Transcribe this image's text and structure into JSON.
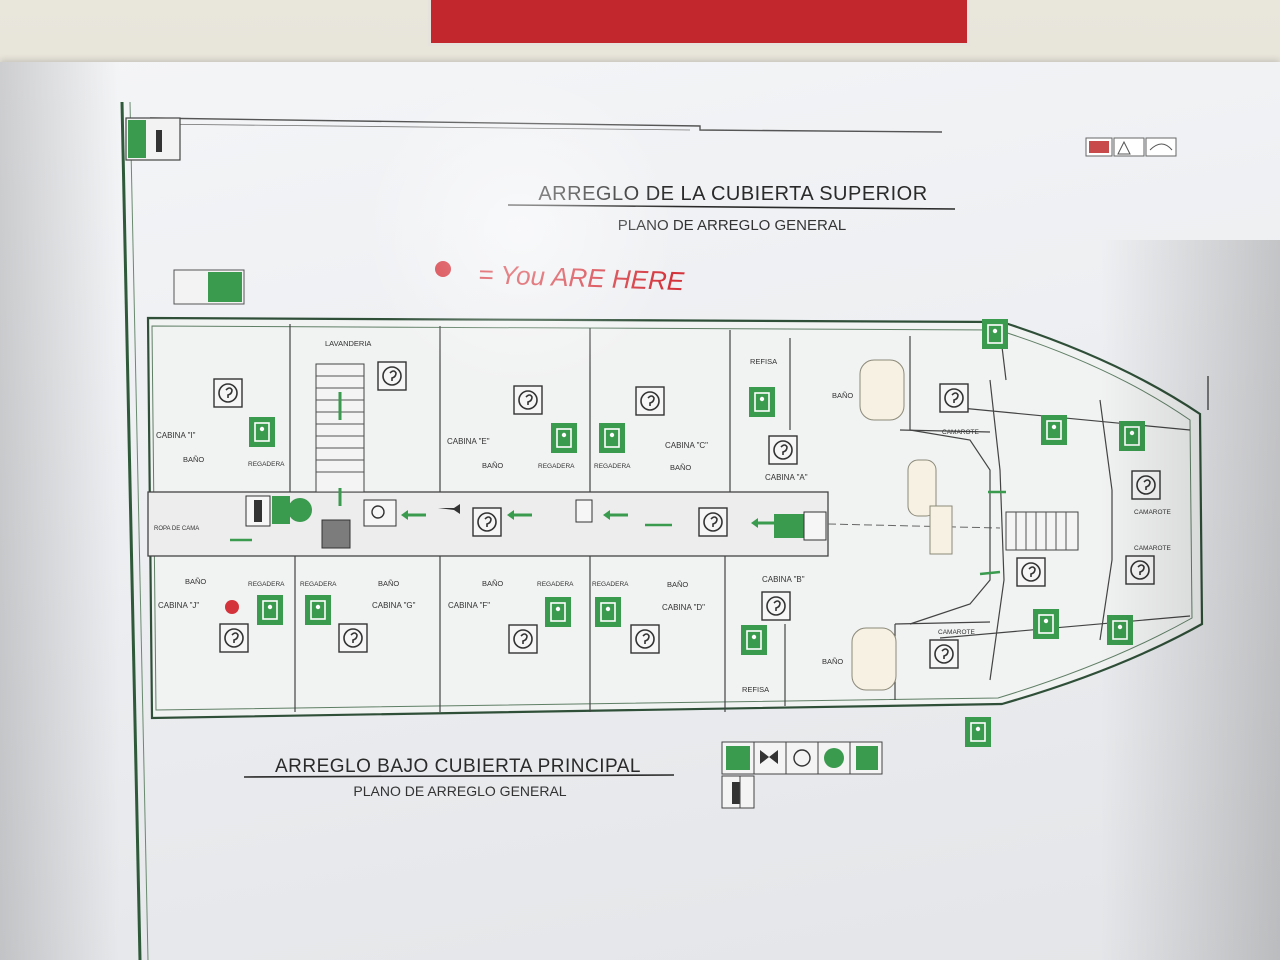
{
  "plan": {
    "title_upper": "ARREGLO DE LA CUBIERTA SUPERIOR",
    "subtitle_upper": "PLANO DE ARREGLO GENERAL",
    "title_lower": "ARREGLO BAJO CUBIERTA PRINCIPAL",
    "subtitle_lower": "PLANO DE ARREGLO GENERAL",
    "handwritten_legend": "= You ARE HERE"
  },
  "rooms": {
    "lavanderia": "LAVANDERIA",
    "cabina_i": "CABINA \"I\"",
    "cabina_j": "CABINA \"J\"",
    "cabina_e": "CABINA \"E\"",
    "cabina_c": "CABINA \"C\"",
    "cabina_a": "CABINA \"A\"",
    "cabina_b": "CABINA \"B\"",
    "cabina_g": "CABINA \"G\"",
    "cabina_f": "CABINA \"F\"",
    "cabina_d": "CABINA \"D\"",
    "bano": "BAÑO",
    "regadera": "REGADERA",
    "refisa": "REFISA",
    "camarote": "CAMAROTE",
    "ropa_de_cama": "ROPA DE CAMA"
  },
  "colors": {
    "safety_green": "#3a9a4e",
    "ink": "#2e2e2e",
    "marker_red": "#d4333b"
  }
}
